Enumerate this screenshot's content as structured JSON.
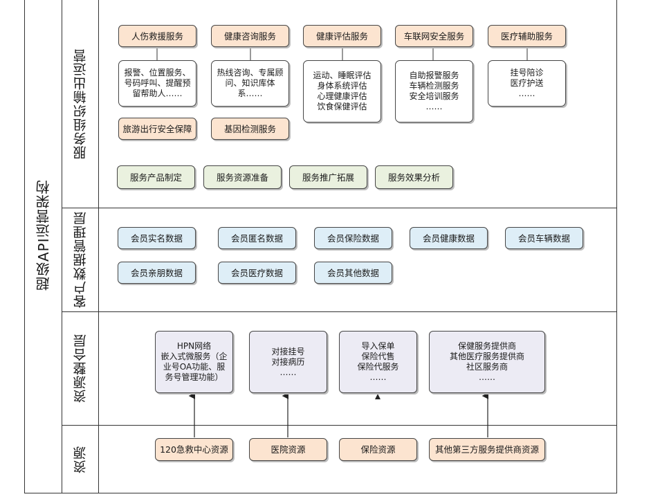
{
  "title": "超级API运营架构",
  "layers": {
    "service": "服务组织输出运营",
    "customer": "客户数据管理层",
    "integration": "资源整合层",
    "resource": "资源"
  },
  "services": [
    {
      "label": "人伤救援服务",
      "lines": [
        "报警、位置服务、",
        "号码呼叫、提醒预",
        "留帮助人……"
      ]
    },
    {
      "label": "健康咨询服务",
      "lines": [
        "热线咨询、专属顾",
        "问、知识库体",
        "系……"
      ]
    },
    {
      "label": "健康评估服务",
      "lines": [
        "运动、睡眠评估",
        "身体系统评估",
        "心理健康评估",
        "饮食保健评估"
      ]
    },
    {
      "label": "车联网安全服务",
      "lines": [
        "自助报警服务",
        "车辆检测服务",
        "安全培训服务",
        "……"
      ]
    },
    {
      "label": "医疗辅助服务",
      "lines": [
        "挂号陪诊",
        "医疗护送",
        "……"
      ]
    }
  ],
  "extra_services": [
    "旅游出行安全保障",
    "基因检测服务"
  ],
  "ops": [
    "服务产品制定",
    "服务资源准备",
    "服务推广拓展",
    "服务效果分析"
  ],
  "member_data": [
    "会员实名数据",
    "会员匿名数据",
    "会员保险数据",
    "会员健康数据",
    "会员车辆数据",
    "会员亲朋数据",
    "会员医疗数据",
    "会员其他数据"
  ],
  "integration": [
    {
      "lines": [
        "HPN网络",
        "嵌入式微服务（企",
        "业号OA功能、服",
        "务号管理功能）"
      ]
    },
    {
      "lines": [
        "对接挂号",
        "对接病历",
        "……"
      ]
    },
    {
      "lines": [
        "导入保单",
        "保险代售",
        "保险代服务",
        "……"
      ]
    },
    {
      "lines": [
        "保健服务提供商",
        "其他医疗服务提供商",
        "社区服务商",
        "……"
      ]
    }
  ],
  "resources": [
    "120急救中心资源",
    "医院资源",
    "保险资源",
    "其他第三方服务提供商资源"
  ]
}
